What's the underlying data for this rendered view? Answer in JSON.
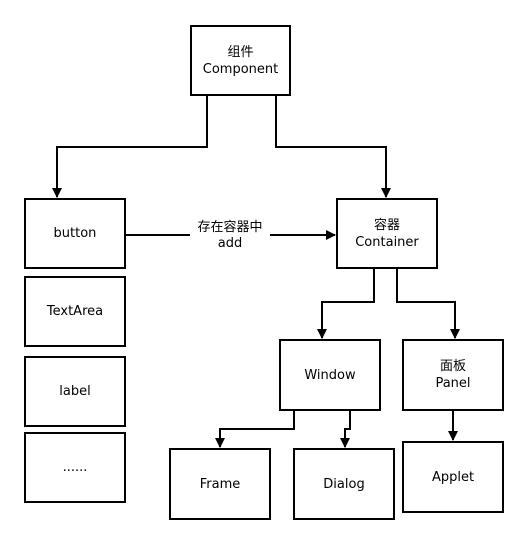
{
  "nodes": {
    "component": {
      "lines": [
        "组件",
        "Component"
      ]
    },
    "button": {
      "lines": [
        "button"
      ]
    },
    "textarea": {
      "lines": [
        "TextArea"
      ]
    },
    "label": {
      "lines": [
        "label"
      ]
    },
    "more": {
      "lines": [
        "......"
      ]
    },
    "container": {
      "lines": [
        "容器",
        "Container"
      ]
    },
    "window": {
      "lines": [
        "Window"
      ]
    },
    "panel": {
      "lines": [
        "面板",
        "Panel"
      ]
    },
    "frame": {
      "lines": [
        "Frame"
      ]
    },
    "dialog": {
      "lines": [
        "Dialog"
      ]
    },
    "applet": {
      "lines": [
        "Applet"
      ]
    }
  },
  "edges": {
    "button_to_container": {
      "lines": [
        "存在容器中",
        "add"
      ]
    }
  }
}
